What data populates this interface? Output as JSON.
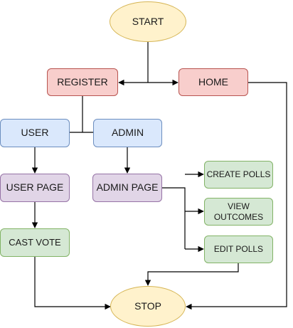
{
  "nodes": {
    "start": "START",
    "register": "REGISTER",
    "home": "HOME",
    "user": "USER",
    "admin": "ADMIN",
    "user_page": "USER PAGE",
    "admin_page": "ADMIN PAGE",
    "create_polls": "CREATE POLLS",
    "view_outcomes_line1": "VIEW",
    "view_outcomes_line2": "OUTCOMES",
    "edit_polls": "EDIT POLLS",
    "cast_vote": "CAST VOTE",
    "stop": "STOP"
  },
  "colors": {
    "terminal_fill": "#fff2cc",
    "terminal_stroke": "#d6b656",
    "red_fill": "#f8cecc",
    "red_stroke": "#b85450",
    "blue_fill": "#dae8fc",
    "blue_stroke": "#6c8ebf",
    "purple_fill": "#e1d5e7",
    "purple_stroke": "#9673a6",
    "green_fill": "#d5e8d4",
    "green_stroke": "#82b366",
    "edge": "#000000"
  }
}
